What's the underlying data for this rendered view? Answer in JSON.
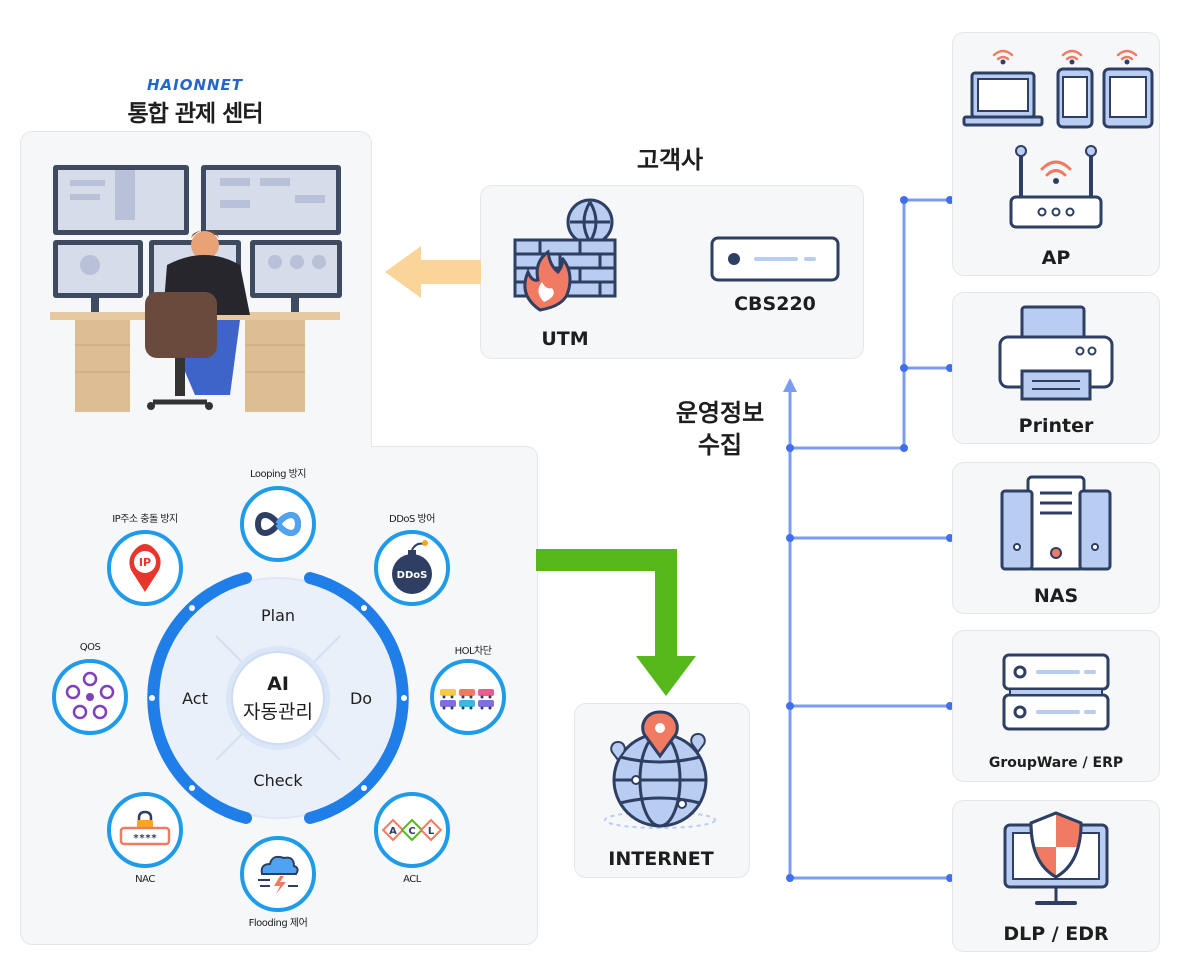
{
  "header": {
    "brand": "HAIONNET",
    "title": "통합 관제 센터"
  },
  "customer": {
    "title": "고객사",
    "utm_label": "UTM",
    "cbs_label": "CBS220"
  },
  "collect_label": [
    "운영정보",
    "수집"
  ],
  "internet_label": "INTERNET",
  "cycle": {
    "center_line1": "AI",
    "center_line2": "자동관리",
    "plan": "Plan",
    "do": "Do",
    "check": "Check",
    "act": "Act"
  },
  "features": [
    {
      "label": "Looping 방지",
      "icon": "infinity-icon"
    },
    {
      "label": "DDoS 방어",
      "icon": "bomb-icon",
      "icon_text": "DDoS"
    },
    {
      "label": "HOL차단",
      "icon": "traffic-cars-icon"
    },
    {
      "label": "ACL",
      "icon": "acl-icon",
      "icon_letters": [
        "A",
        "C",
        "L"
      ]
    },
    {
      "label": "Flooding 제어",
      "icon": "storm-cloud-icon"
    },
    {
      "label": "NAC",
      "icon": "password-lock-icon",
      "icon_text": "****"
    },
    {
      "label": "QOS",
      "icon": "network-nodes-icon"
    },
    {
      "label": "IP주소 충돌 방지",
      "icon": "ip-pin-icon",
      "icon_text": "IP"
    }
  ],
  "devices": [
    {
      "label": "AP",
      "icon": "access-point-icon"
    },
    {
      "label": "Printer",
      "icon": "printer-icon"
    },
    {
      "label": "NAS",
      "icon": "nas-server-icon"
    },
    {
      "label": "GroupWare / ERP",
      "icon": "rack-server-icon"
    },
    {
      "label": "DLP / EDR",
      "icon": "security-shield-monitor-icon"
    }
  ],
  "colors": {
    "blue_line": "#7c9cf2",
    "arrow_green": "#56b81a",
    "arrow_orange": "#fbd49a",
    "cycle_blue": "#1f7ee8",
    "icon_dark": "#2e3f63",
    "icon_light": "#b8cdf1",
    "accent_red": "#f07b62"
  }
}
